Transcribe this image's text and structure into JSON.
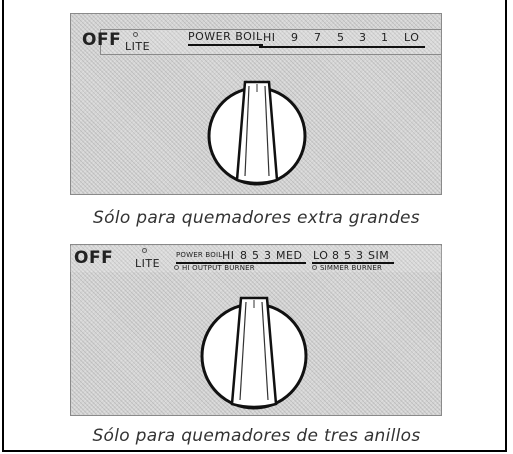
{
  "knob_top": {
    "off_label": "OFF",
    "lite_label": "LITE",
    "scale": [
      "POWER BOIL",
      "HI",
      "9",
      "7",
      "5",
      "3",
      "1",
      "LO"
    ]
  },
  "caption_top": "Sólo para quemadores extra grandes",
  "knob_bottom": {
    "off_label": "OFF",
    "lite_label": "LITE",
    "power_boil": "POWER BOIL",
    "hi_scale": [
      "HI",
      "8",
      "5",
      "3",
      "MED"
    ],
    "hi_burner_label": "HI OUTPUT BURNER",
    "lo_scale": [
      "LO",
      "8",
      "5",
      "3",
      "SIM"
    ],
    "simmer_burner_label": "SIMMER BURNER"
  },
  "caption_bottom": "Sólo para quemadores de tres anillos",
  "colors": {
    "panel": "#d4d4d4",
    "knob": "#ffffff",
    "ink": "#222222"
  }
}
